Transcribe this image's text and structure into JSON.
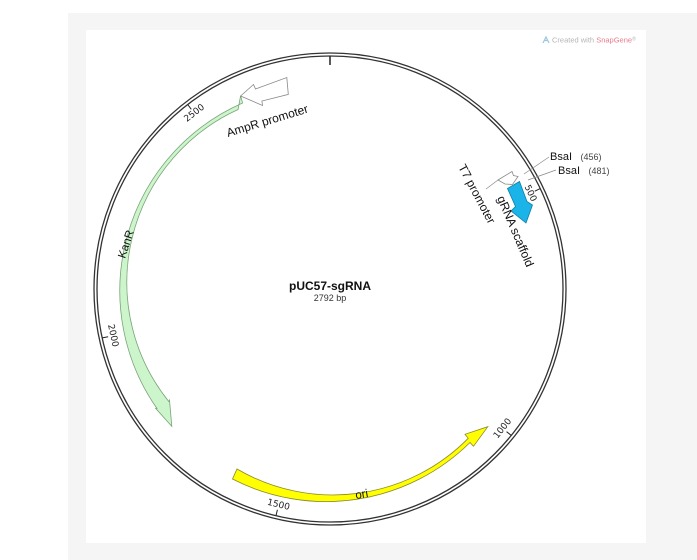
{
  "watermark": {
    "prefix": "Created with ",
    "brand": "SnapGene",
    "suffix": "®"
  },
  "plasmid": {
    "name": "pUC57-sgRNA",
    "size": "2792 bp",
    "length": 2792
  },
  "ticks": [
    {
      "position": 500,
      "label": "500"
    },
    {
      "position": 1000,
      "label": "1000"
    },
    {
      "position": 1500,
      "label": "1500"
    },
    {
      "position": 2000,
      "label": "2000"
    },
    {
      "position": 2500,
      "label": "2500"
    }
  ],
  "features": [
    {
      "name": "AmpR promoter",
      "color": "#ffffff",
      "stroke": "#888888"
    },
    {
      "name": "KanR",
      "color": "#ccf5cc",
      "stroke": "#7aa37a"
    },
    {
      "name": "ori",
      "color": "#ffff00",
      "stroke": "#8a8a2a"
    },
    {
      "name": "gRNA scaffold",
      "color": "#1bb4e8",
      "stroke": "#0d7ea8"
    },
    {
      "name": "T7 promoter",
      "color": "#ffffff",
      "stroke": "#888888"
    }
  ],
  "sites": [
    {
      "name": "BsaI",
      "position": "(456)"
    },
    {
      "name": "BsaI",
      "position": "(481)"
    }
  ],
  "colors": {
    "background": "#f5f5f5",
    "panel": "#ffffff",
    "backbone": "#333333",
    "watermark_brand": "#e87c8c"
  }
}
